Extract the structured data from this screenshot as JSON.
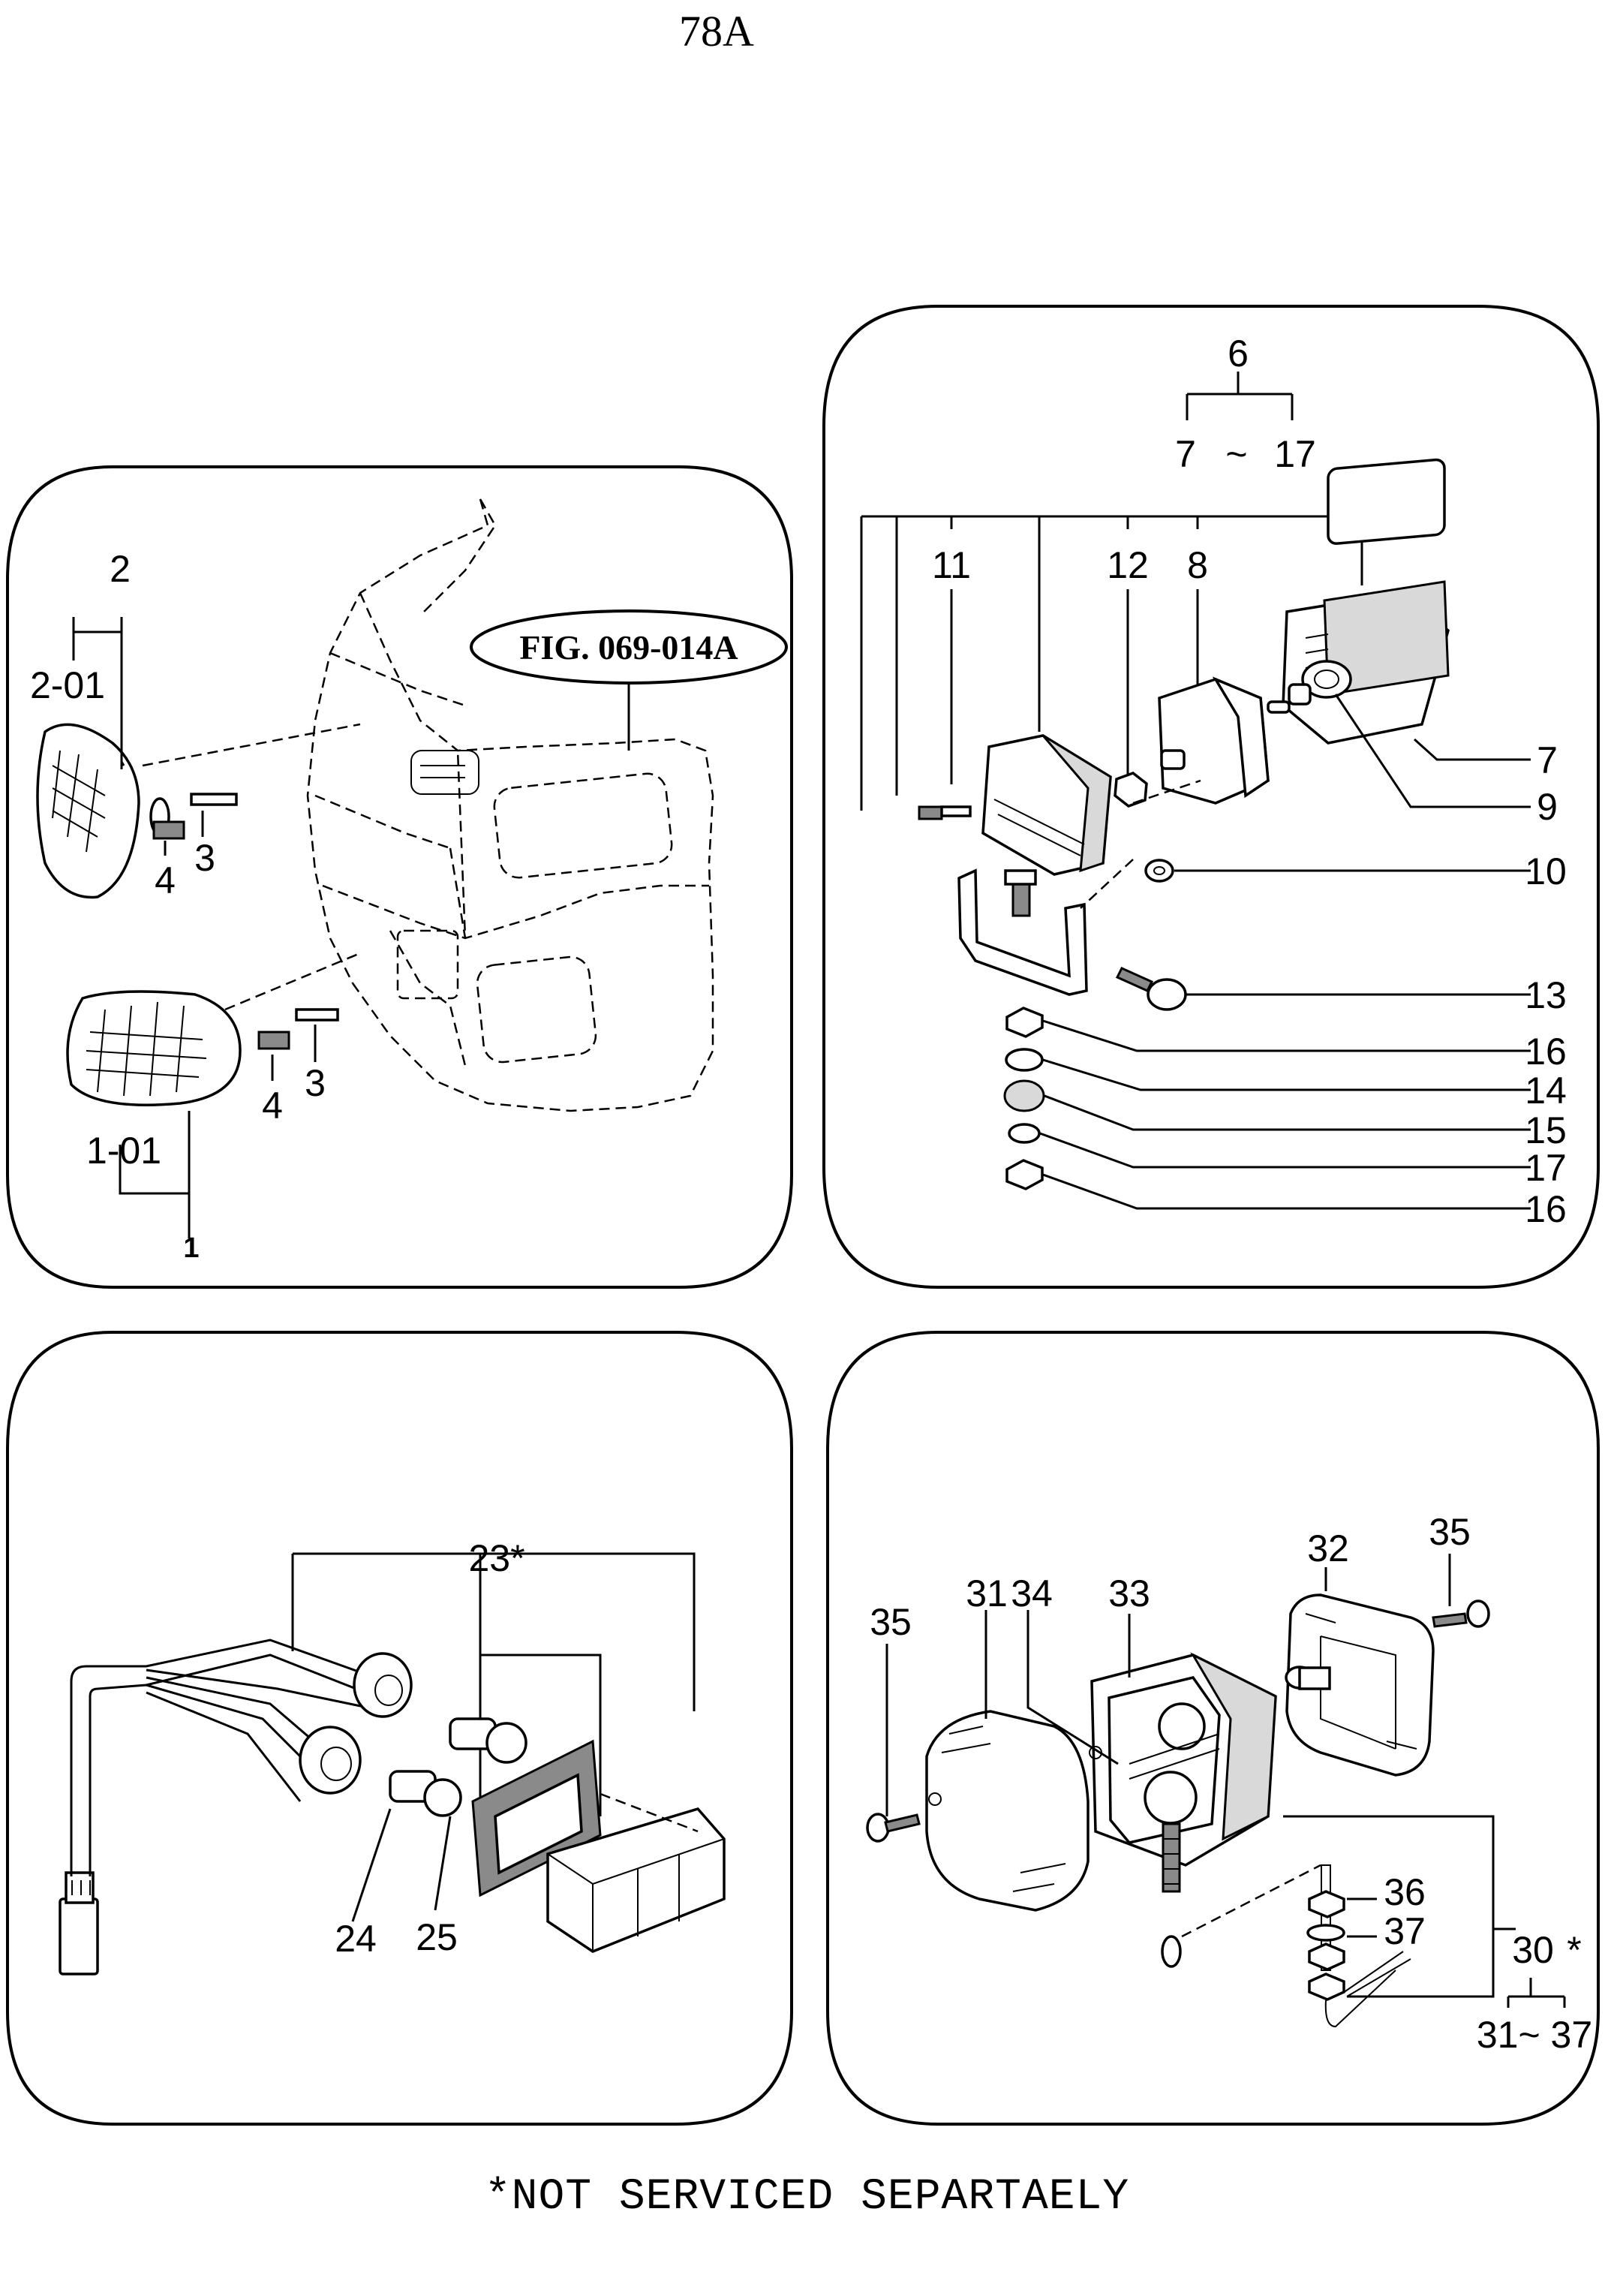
{
  "page": {
    "number": "78A",
    "footnote": "*NOT SERVICED SEPARTAELY"
  },
  "panels": {
    "front_turn_lamps": {
      "fig_ref": "FIG. 069-014A",
      "labels": {
        "p2": "2",
        "p2_01": "2-01",
        "p4_upper": "4",
        "p3_upper": "3",
        "p1_01": "1-01",
        "p4_lower": "4",
        "p3_lower": "3",
        "p1": "1"
      }
    },
    "work_lamp": {
      "labels": {
        "p6": "6",
        "p7_range": "7",
        "tilde": "~",
        "p17_range": "17",
        "p11": "11",
        "p12": "12",
        "p8": "8",
        "p7": "7",
        "p9": "9",
        "p10": "10",
        "p13": "13",
        "p16_a": "16",
        "p14": "14",
        "p15": "15",
        "p17": "17",
        "p16_b": "16"
      }
    },
    "rear_lamp_harness": {
      "labels": {
        "p23": "23*",
        "p24": "24",
        "p25": "25"
      }
    },
    "rear_combination_lamp": {
      "labels": {
        "p35_left": "35",
        "p31": "31",
        "p34": "34",
        "p33": "33",
        "p32": "32",
        "p35_right": "35",
        "p36": "36",
        "p37": "37",
        "p30": "30",
        "star": "*",
        "range": "31~ 37"
      }
    }
  }
}
